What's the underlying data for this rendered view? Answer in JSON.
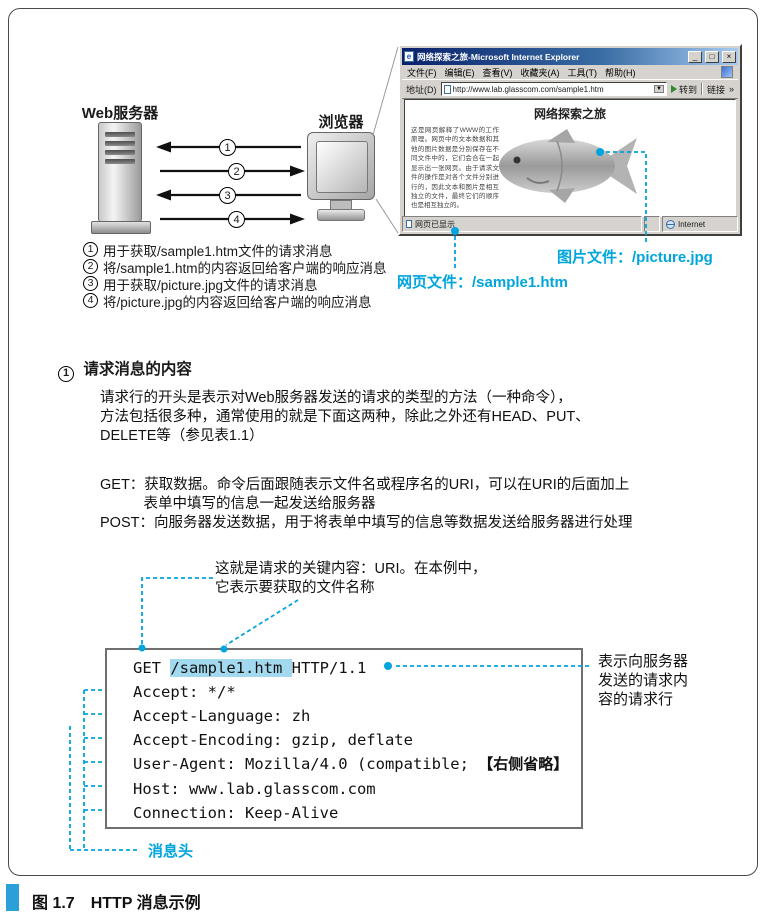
{
  "colors": {
    "accent": "#00a5dd",
    "highlight": "#a3d9ef",
    "caption_square": "#2b9fd8"
  },
  "figure": {
    "caption": "图 1.7　HTTP 消息示例"
  },
  "diagram": {
    "server_label": "Web服务器",
    "browser_label": "浏览器",
    "arrow_nums": [
      "1",
      "2",
      "3",
      "4"
    ],
    "steps": [
      {
        "num": "1",
        "text": "用于获取/sample1.htm文件的请求消息"
      },
      {
        "num": "2",
        "text": "将/sample1.htm的内容返回给客户端的响应消息"
      },
      {
        "num": "3",
        "text": "用于获取/picture.jpg文件的请求消息"
      },
      {
        "num": "4",
        "text": "将/picture.jpg的内容返回给客户端的响应消息"
      }
    ],
    "picture_file_label": "图片文件：/picture.jpg",
    "page_file_label": "网页文件：/sample1.htm"
  },
  "window": {
    "title": "网络探索之旅-Microsoft Internet Explorer",
    "menu": [
      "文件(F)",
      "编辑(E)",
      "查看(V)",
      "收藏夹(A)",
      "工具(T)",
      "帮助(H)"
    ],
    "address_label": "地址(D)",
    "address_value": "http://www.lab.glasscom.com/sample1.htm",
    "dropdown_glyph": "▼",
    "go_label": "转到",
    "links_label": "链接",
    "links_chevron": "»",
    "page_title": "网络探索之旅",
    "page_text": "这是网页解释了WWW的工作原理。网页中的文本数据和其他的图片数据是分别保存在不同文件中的，它们会合在一起显示出一张网页。由于请求文件的操作是对各个文件分别进行的，因此文本和图片是相互独立的文件，最终它们的顺序也是相互独立的。",
    "status_left": "网页已显示",
    "status_right": "Internet",
    "min_glyph": "_",
    "max_glyph": "□",
    "close_glyph": "×"
  },
  "section": {
    "heading_num": "1",
    "heading": "请求消息的内容",
    "para1": "请求行的开头是表示对Web服务器发送的请求的类型的方法（一种命令），\n方法包括很多种，通常使用的就是下面这两种，除此之外还有HEAD、PUT、\nDELETE等（参见表1.1）",
    "methods": "GET：获取数据。命令后面跟随表示文件名或程序名的URI，可以在URI的后面加上\n　　　表单中填写的信息一起发送给服务器\nPOST：向服务器发送数据，用于将表单中填写的信息等数据发送给服务器进行处理",
    "uri_note": "这就是请求的关键内容：URI。在本例中，\n它表示要获取的文件名称",
    "request_line_note": "表示向服务器\n发送的请求内\n容的请求行",
    "header_label": "消息头"
  },
  "code": {
    "line1_pre": "GET ",
    "line1_highlight": "/sample1.htm ",
    "line1_post": "HTTP/1.1",
    "lines": [
      "Accept: */*",
      "Accept-Language: zh",
      "Accept-Encoding: gzip, deflate",
      "User-Agent: Mozilla/4.0 (compatible; ",
      "Host: www.lab.glasscom.com",
      "Connection: Keep-Alive"
    ],
    "omitted_note": "【右侧省略】"
  }
}
